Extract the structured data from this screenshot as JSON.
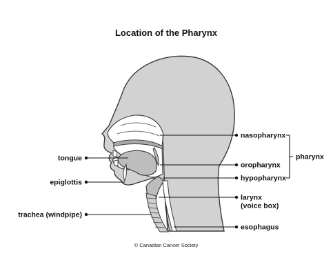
{
  "title": "Location of the Pharynx",
  "labels": {
    "tongue": "tongue",
    "epiglottis": "epiglottis",
    "trachea": "trachea (windpipe)",
    "nasopharynx": "nasopharynx",
    "oropharynx": "oropharynx",
    "hypopharynx": "hypopharynx",
    "larynx": "larynx",
    "larynx_sub": "(voice box)",
    "esophagus": "esophagus",
    "pharynx": "pharynx"
  },
  "credit": "© Canadian Cancer Society",
  "colors": {
    "head_fill": "#d2d2d2",
    "cavity_fill": "#ffffff",
    "tissue_fill": "#bdbdbd",
    "outline": "#3a3a3a",
    "text": "#111111"
  }
}
